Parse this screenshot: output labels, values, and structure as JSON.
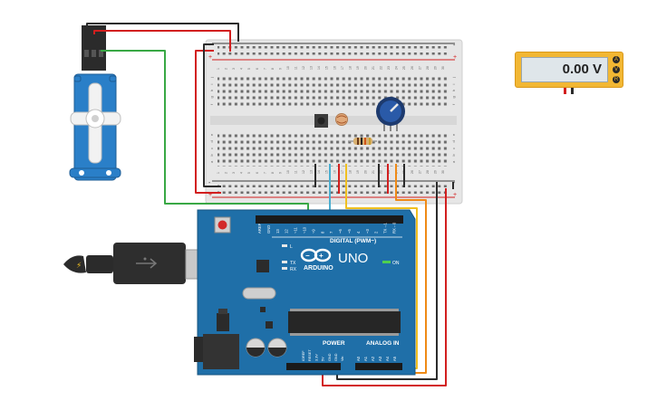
{
  "multimeter": {
    "reading": "0.00 V",
    "buttons": [
      "A",
      "V",
      "R"
    ]
  },
  "breadboard": {
    "columns_top": [
      "1",
      "2",
      "3",
      "4",
      "5",
      "6",
      "7",
      "8",
      "9",
      "10",
      "11",
      "12",
      "13",
      "14",
      "15",
      "16",
      "17",
      "18",
      "19",
      "20",
      "21",
      "22",
      "23",
      "24",
      "25",
      "26",
      "27",
      "28",
      "29",
      "30"
    ],
    "rows_top": [
      "j",
      "i",
      "h",
      "g",
      "f"
    ],
    "rows_bottom": [
      "e",
      "d",
      "c",
      "b",
      "a"
    ],
    "rail_plus": "+",
    "rail_minus": "-"
  },
  "arduino": {
    "brand": "ARDUINO",
    "model": "UNO",
    "digital_label": "DIGITAL (PWM~)",
    "power_label": "POWER",
    "analog_label": "ANALOG IN",
    "on_label": "ON",
    "tx_label": "TX",
    "rx_label": "RX",
    "l_label": "L",
    "digital_pins": [
      "AREF",
      "GND",
      "13",
      "12",
      "~11",
      "~10",
      "~9",
      "8",
      "7",
      "~6",
      "~5",
      "4",
      "~3",
      "2",
      "TX→1",
      "RX←0"
    ],
    "power_pins": [
      "IOREF",
      "RESET",
      "3.3V",
      "5V",
      "GND",
      "GND",
      "Vin"
    ],
    "analog_pins": [
      "A0",
      "A1",
      "A2",
      "A3",
      "A4",
      "A5"
    ]
  },
  "colors": {
    "board_blue": "#1f6fa8",
    "breadboard": "#e9e9e9",
    "meter_yellow": "#f2b733",
    "servo_blue": "#2a7fc8",
    "wire_red": "#d21f1f",
    "wire_black": "#2b2b2b",
    "wire_green": "#39a845",
    "wire_orange": "#ef8a16",
    "wire_yellow": "#f0c020",
    "wire_blue": "#4aaed0"
  }
}
